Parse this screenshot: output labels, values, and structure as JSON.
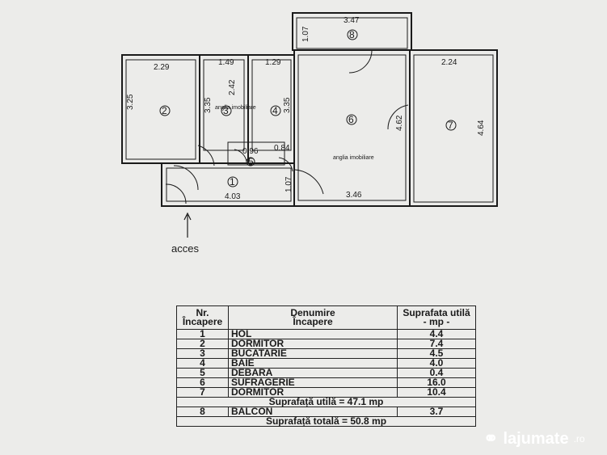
{
  "plan": {
    "access_label": "acces",
    "watermark": "anglia imobiliare",
    "rooms": [
      {
        "no": "1",
        "id": "hol"
      },
      {
        "no": "2",
        "id": "dormitor-2"
      },
      {
        "no": "3",
        "id": "bucatarie"
      },
      {
        "no": "4",
        "id": "baie"
      },
      {
        "no": "5",
        "id": "debara"
      },
      {
        "no": "6",
        "id": "sufragerie"
      },
      {
        "no": "7",
        "id": "dormitor-7"
      },
      {
        "no": "8",
        "id": "balcon"
      }
    ],
    "dimensions": {
      "r2_width": "2.29",
      "r2_height": "3.25",
      "r3_width": "1.49",
      "r3_height": "3.35",
      "r3_inner": "2.42",
      "r4_width": "1.29",
      "r4_height": "3.35",
      "debara_w1": "0.96",
      "debara_w2": "0.84",
      "hol_width": "4.03",
      "hol_step": "1.07",
      "r6_width": "3.46",
      "r6_side": "4.62",
      "r7_width": "2.24",
      "r7_height": "4.64",
      "balcony_width": "3.47",
      "balcony_depth": "1.07"
    }
  },
  "table": {
    "header_no": "Nr.\nÎncapere",
    "header_name": "Denumire\nÎncapere",
    "header_area": "Suprafata utilă\n- mp -",
    "rows": [
      {
        "no": "1",
        "name": "HOL",
        "area": "4.4"
      },
      {
        "no": "2",
        "name": "DORMITOR",
        "area": "7.4"
      },
      {
        "no": "3",
        "name": "BUCATARIE",
        "area": "4.5"
      },
      {
        "no": "4",
        "name": "BAIE",
        "area": "4.0"
      },
      {
        "no": "5",
        "name": "DEBARA",
        "area": "0.4"
      },
      {
        "no": "6",
        "name": "SUFRAGERIE",
        "area": "16.0"
      },
      {
        "no": "7",
        "name": "DORMITOR",
        "area": "10.4"
      }
    ],
    "useful_total": "Suprafață utilă = 47.1 mp",
    "balcony_row": {
      "no": "8",
      "name": "BALCON",
      "area": "3.7"
    },
    "grand_total": "Suprafață totală = 50.8 mp"
  },
  "branding": {
    "logo_text": "lajumate",
    "logo_tld": ".ro"
  }
}
